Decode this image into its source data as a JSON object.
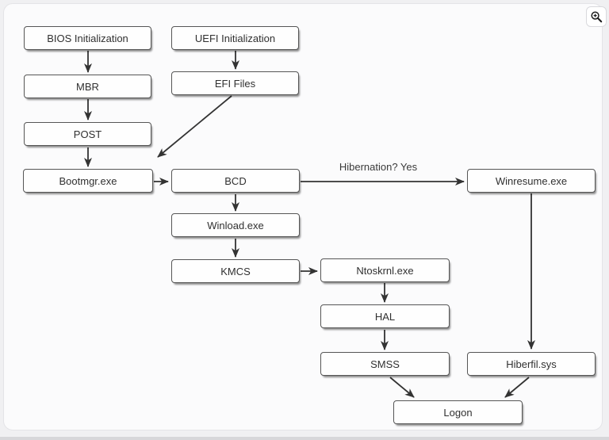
{
  "header": {
    "zoom_button_icon": "magnifier-plus-icon"
  },
  "diagram": {
    "type": "flowchart",
    "nodes": [
      {
        "id": "bios",
        "label": "BIOS Initialization"
      },
      {
        "id": "uefi",
        "label": "UEFI Initialization"
      },
      {
        "id": "mbr",
        "label": "MBR"
      },
      {
        "id": "efi",
        "label": "EFI Files"
      },
      {
        "id": "post",
        "label": "POST"
      },
      {
        "id": "bootmgr",
        "label": "Bootmgr.exe"
      },
      {
        "id": "bcd",
        "label": "BCD"
      },
      {
        "id": "winload",
        "label": "Winload.exe"
      },
      {
        "id": "kmcs",
        "label": "KMCS"
      },
      {
        "id": "winresume",
        "label": "Winresume.exe"
      },
      {
        "id": "ntoskrnl",
        "label": "Ntoskrnl.exe"
      },
      {
        "id": "hal",
        "label": "HAL"
      },
      {
        "id": "smss",
        "label": "SMSS"
      },
      {
        "id": "hiberfil",
        "label": "Hiberfil.sys"
      },
      {
        "id": "logon",
        "label": "Logon"
      }
    ],
    "edges": [
      {
        "from": "bios",
        "to": "mbr"
      },
      {
        "from": "uefi",
        "to": "efi"
      },
      {
        "from": "mbr",
        "to": "post"
      },
      {
        "from": "post",
        "to": "bootmgr"
      },
      {
        "from": "efi",
        "to": "bootmgr"
      },
      {
        "from": "bootmgr",
        "to": "bcd"
      },
      {
        "from": "bcd",
        "to": "winresume",
        "label": "Hibernation? Yes"
      },
      {
        "from": "bcd",
        "to": "winload"
      },
      {
        "from": "winload",
        "to": "kmcs"
      },
      {
        "from": "kmcs",
        "to": "ntoskrnl"
      },
      {
        "from": "ntoskrnl",
        "to": "hal"
      },
      {
        "from": "hal",
        "to": "smss"
      },
      {
        "from": "smss",
        "to": "logon"
      },
      {
        "from": "hiberfil",
        "to": "logon"
      },
      {
        "from": "winresume",
        "to": "hiberfil"
      }
    ],
    "colors": {
      "page_bg": "#f0f0f2",
      "panel_bg": "#fbfbfc",
      "panel_border": "#e4e4e7",
      "node_bg": "#fefefe",
      "node_border": "#565656",
      "arrow": "#333333",
      "text": "#303030"
    }
  }
}
